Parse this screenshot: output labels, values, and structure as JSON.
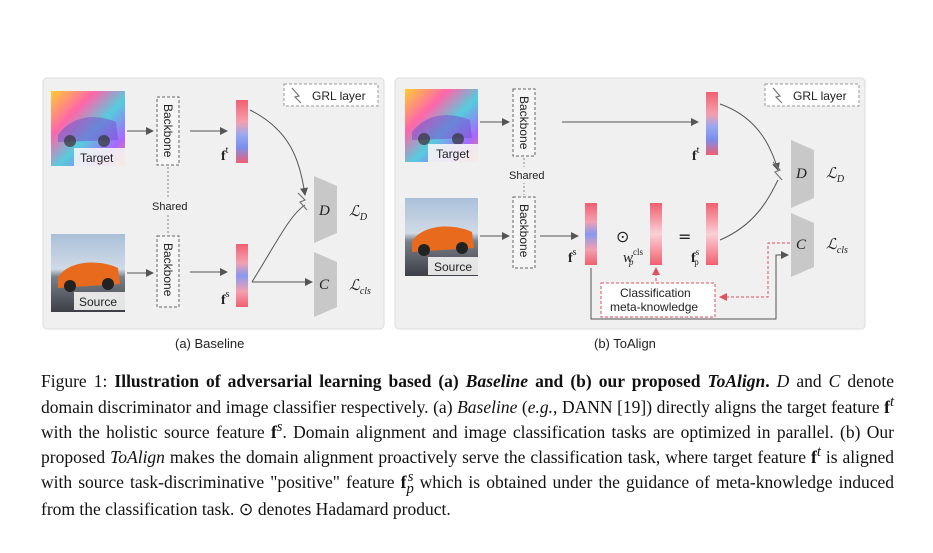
{
  "figure": {
    "panel_a_label": "(a) Baseline",
    "panel_b_label": "(b) ToAlign",
    "grl_label": "GRL layer",
    "target_label": "Target",
    "source_label": "Source",
    "backbone_label": "Backbone",
    "shared_label": "Shared",
    "ft_label": "f",
    "ft_sup": "t",
    "fs_label": "f",
    "fs_sup": "s",
    "d_label": "D",
    "c_label": "C",
    "ld_label": "ℒ",
    "ld_sub": "D",
    "lcls_label": "ℒ",
    "lcls_sub": "cls",
    "wp_label": "w",
    "wp_sup": "cls",
    "wp_sub": "p",
    "fps_sup": "s",
    "fps_sub": "p",
    "hadamard": "⊙",
    "equals": "=",
    "meta_line1": "Classification",
    "meta_line2": "meta-knowledge"
  },
  "caption": {
    "prefix": "Figure 1: ",
    "title_bold": "Illustration of adversarial learning based (a) ",
    "baseline_bi": "Baseline",
    "title_bold2": " and (b) our proposed ",
    "toalign_bi": "ToAlign",
    "title_end": ".",
    "body_line1": " and ",
    "d_italic": "D",
    "c_italic": "C",
    "body1": " denote domain discriminator and image classifier respectively. (a) ",
    "baseline_i": "Baseline",
    "body2": " (",
    "eg": "e.g.",
    "body3": ", DANN [19]) directly aligns the target feature ",
    "ft": "f",
    "ft_sup": "t",
    "body4": " with the holistic source feature ",
    "fs": "f",
    "fs_sup": "s",
    "body5": ". Domain alignment and image classification tasks are optimized in parallel. (b) Our proposed ",
    "toalign_i": "ToAlign",
    "body6": " makes the domain alignment proactively serve the classification task, where target feature ",
    "body7": " is aligned with source task-discriminative \"positive\" feature ",
    "fps": "f",
    "fps_sup": "s",
    "fps_sub": "p",
    "body8": " which is obtained under the guidance of meta-knowledge induced from the classification task. ",
    "odot": "⊙",
    "body9": " denotes Hadamard product."
  }
}
